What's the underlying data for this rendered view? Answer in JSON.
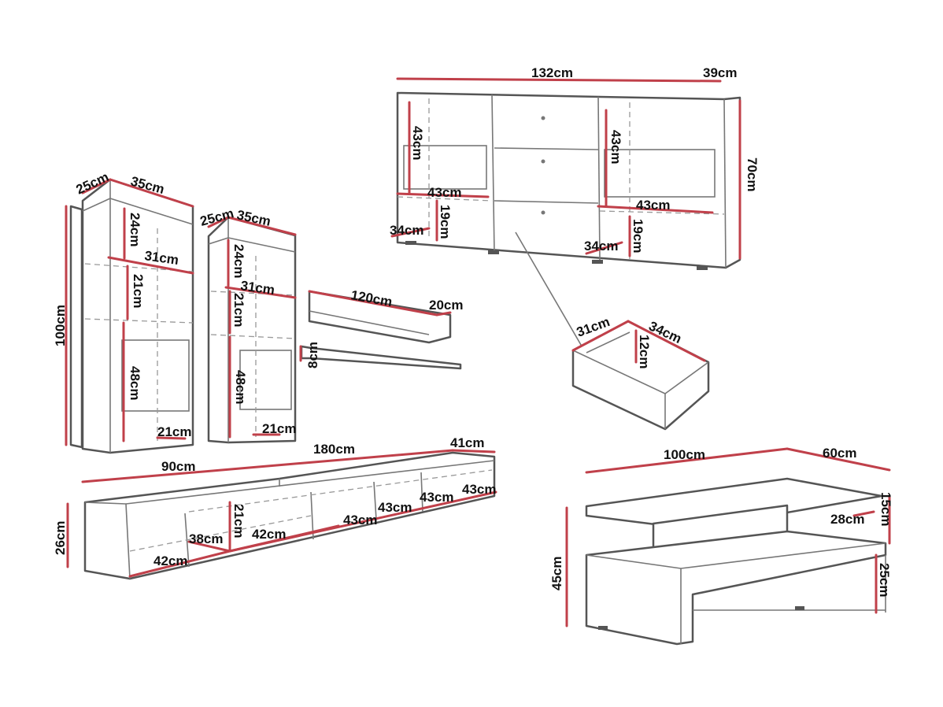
{
  "colors": {
    "dimension_line": "#c0404a",
    "outline": "#555555",
    "text": "#111111",
    "background": "#ffffff"
  },
  "sideboard": {
    "labels": [
      "132cm",
      "39cm",
      "70cm",
      "43cm",
      "43cm",
      "19cm",
      "34cm",
      "43cm",
      "43cm",
      "19cm",
      "34cm"
    ]
  },
  "tall_cabinet_left": {
    "labels": [
      "25cm",
      "35cm",
      "100cm",
      "24cm",
      "31cm",
      "21cm",
      "48cm",
      "21cm"
    ]
  },
  "tall_cabinet_right": {
    "labels": [
      "25cm",
      "35cm",
      "24cm",
      "31cm",
      "21cm",
      "48cm",
      "21cm"
    ]
  },
  "wall_shelf": {
    "labels": [
      "120cm",
      "20cm",
      "8cm"
    ]
  },
  "drawer": {
    "labels": [
      "31cm",
      "34cm",
      "12cm"
    ]
  },
  "tv_stand": {
    "labels": [
      "90cm",
      "180cm",
      "41cm",
      "26cm",
      "21cm",
      "38cm",
      "42cm",
      "42cm",
      "43cm",
      "43cm",
      "43cm",
      "43cm"
    ]
  },
  "coffee_table": {
    "labels": [
      "100cm",
      "60cm",
      "15cm",
      "28cm",
      "45cm",
      "25cm"
    ]
  }
}
